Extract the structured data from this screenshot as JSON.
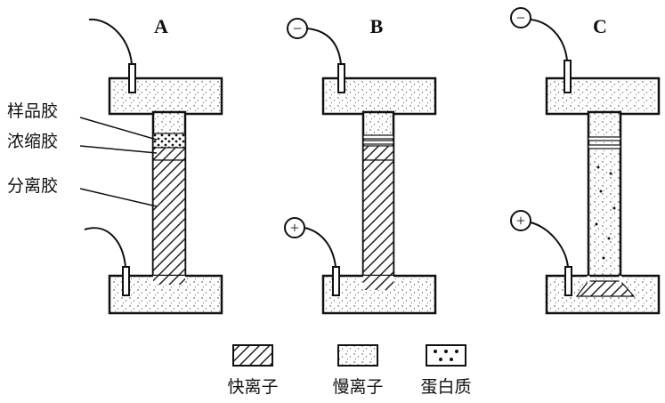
{
  "panels": [
    {
      "id": "A",
      "label": "A"
    },
    {
      "id": "B",
      "label": "B"
    },
    {
      "id": "C",
      "label": "C"
    }
  ],
  "side_labels": {
    "sample_gel": "样品胶",
    "stacking_gel": "浓缩胶",
    "separating_gel": "分离胶"
  },
  "legend": {
    "fast_ion": "快离子",
    "slow_ion": "慢离子",
    "protein": "蛋白质"
  },
  "electrodes": {
    "negative_symbol": "−",
    "positive_symbol": "+"
  }
}
